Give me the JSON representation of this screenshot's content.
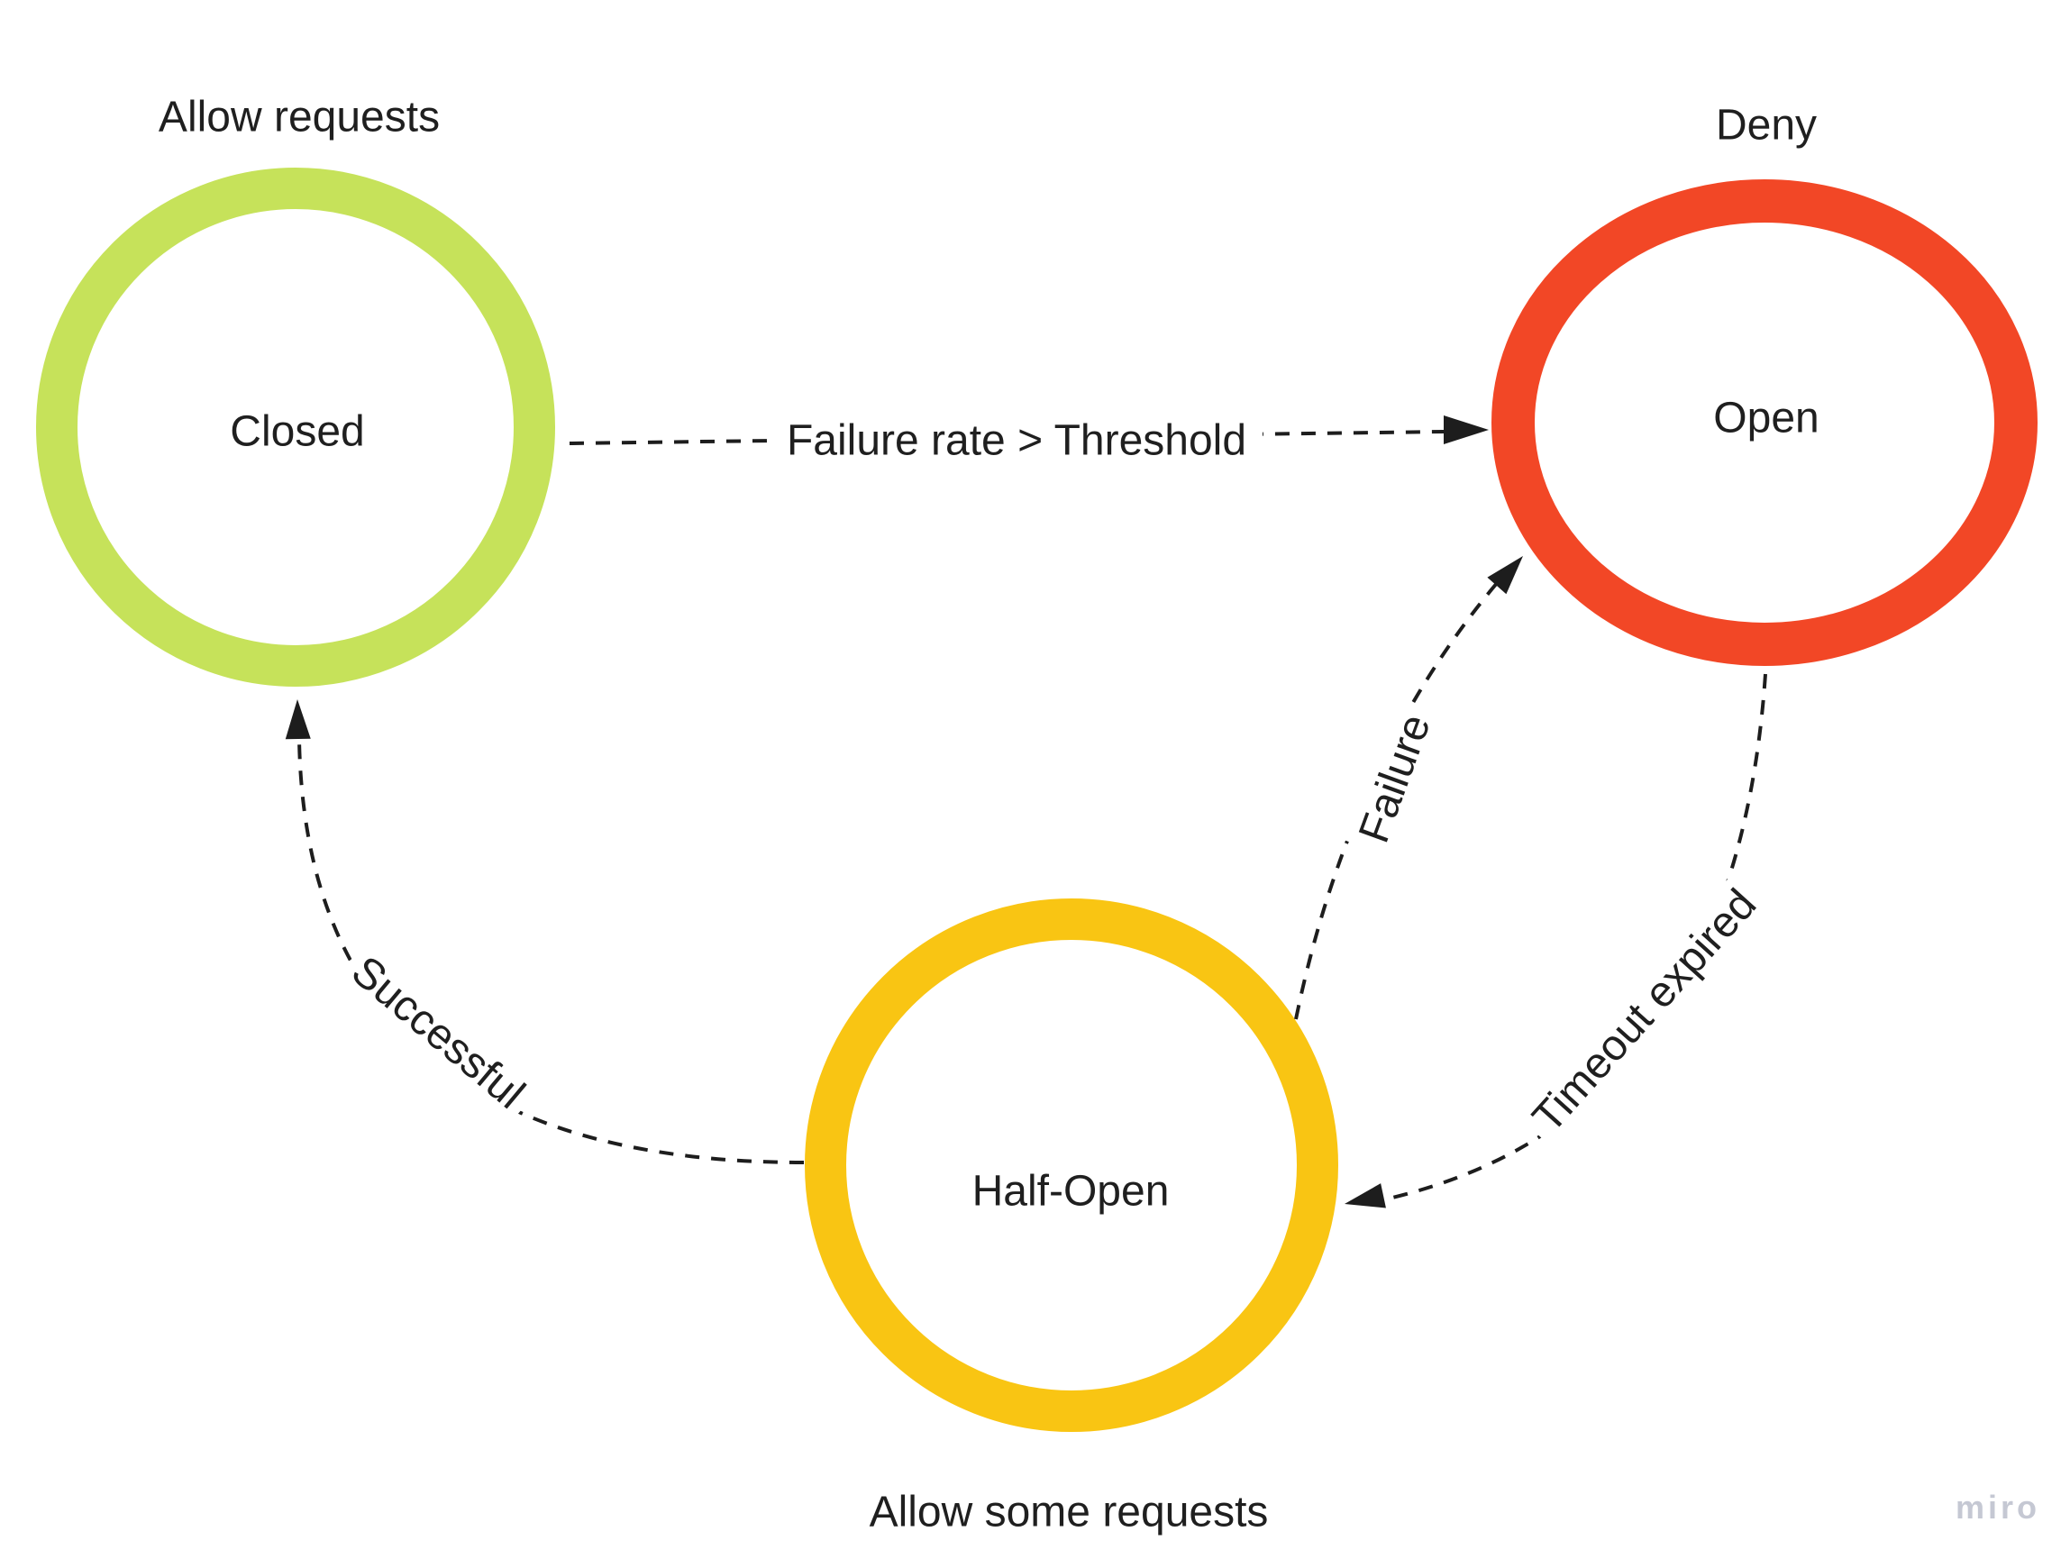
{
  "diagram": {
    "type": "state-diagram",
    "subject": "circuit breaker pattern",
    "line_color": "#1d1d1d",
    "nodes": {
      "closed": {
        "label": "Closed",
        "annotation": "Allow requests",
        "color": "#c6e25a"
      },
      "open": {
        "label": "Open",
        "annotation": "Deny",
        "color": "#f24726"
      },
      "half_open": {
        "label": "Half-Open",
        "annotation": "Allow some requests",
        "color": "#f9c513"
      }
    },
    "transitions": {
      "closed_to_open": {
        "from": "Closed",
        "to": "Open",
        "label": "Failure rate > Threshold"
      },
      "half_open_to_open": {
        "from": "Half-Open",
        "to": "Open",
        "label": "Failure"
      },
      "open_to_half_open": {
        "from": "Open",
        "to": "Half-Open",
        "label": "Timeout expired"
      },
      "half_open_to_closed": {
        "from": "Half-Open",
        "to": "Closed",
        "label": "Successful"
      }
    },
    "watermark": {
      "label": "miro",
      "color": "#c5c8d3"
    }
  }
}
